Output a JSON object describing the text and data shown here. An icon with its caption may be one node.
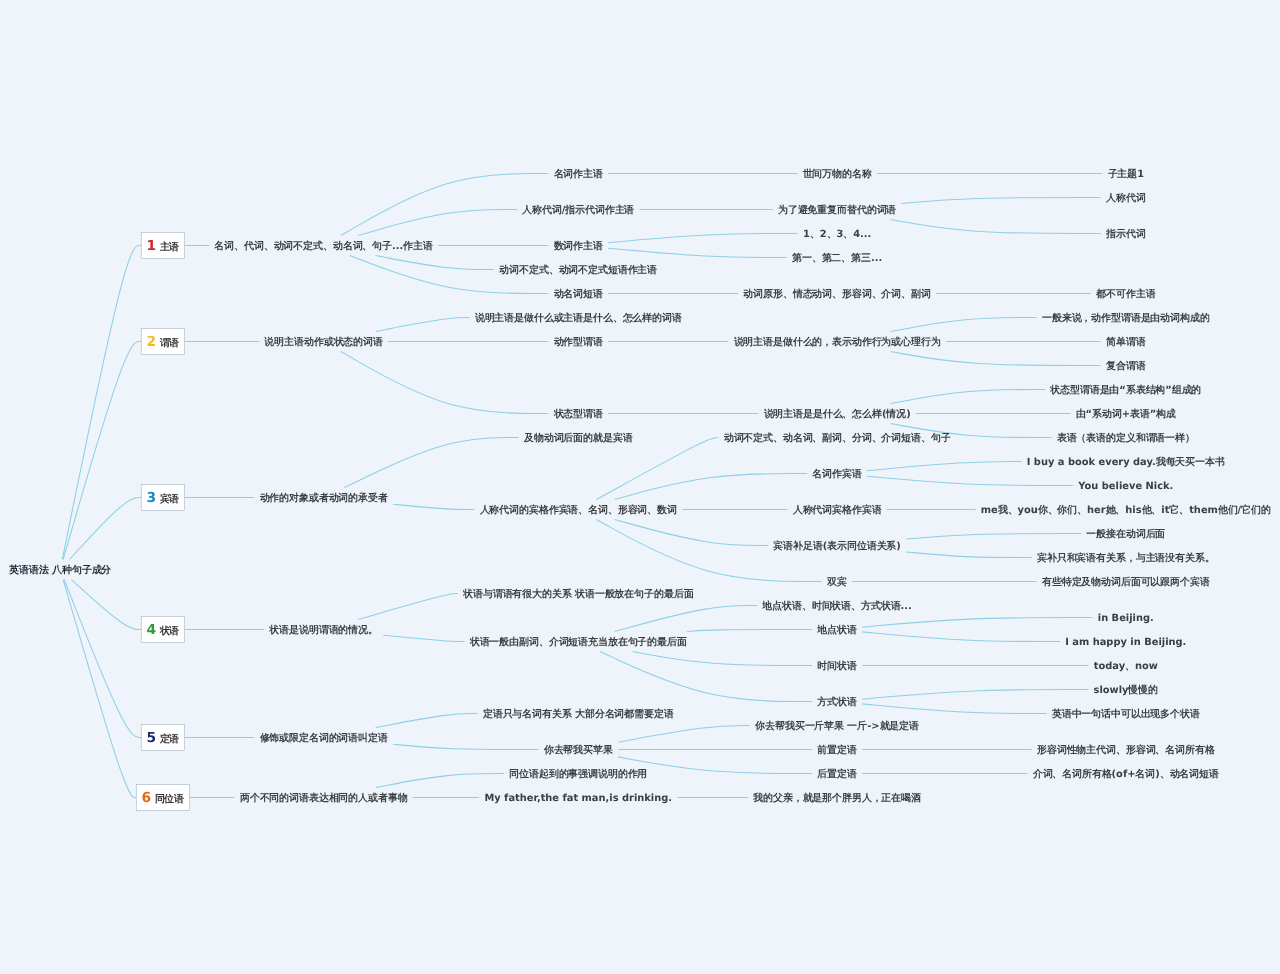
{
  "diagram": {
    "nodes": [
      {
        "text": [
          "英语语法 八种句子成分"
        ]
      },
      {
        "text": [
          "1",
          "主语"
        ]
      },
      {
        "text": [
          "名词、代词、动词不定式、动名词、句子...作主语"
        ]
      },
      {
        "text": [
          "名词作主语"
        ]
      },
      {
        "text": [
          "世间万物的名称"
        ]
      },
      {
        "text": [
          "子主题1"
        ]
      },
      {
        "text": [
          "人称代词/指示代词作主语"
        ]
      },
      {
        "text": [
          "为了避免重复而替代的词语"
        ]
      },
      {
        "text": [
          "人称代词"
        ]
      },
      {
        "text": [
          "指示代词"
        ]
      },
      {
        "text": [
          "数词作主语"
        ]
      },
      {
        "text": [
          "1、2、3、4..."
        ]
      },
      {
        "text": [
          "第一、第二、第三..."
        ]
      },
      {
        "text": [
          "动词不定式、动词不定式短语作主语"
        ]
      },
      {
        "text": [
          "动名词短语"
        ]
      },
      {
        "text": [
          "动词原形、情态动词、形容词、介词、副词"
        ]
      },
      {
        "text": [
          "都不可作主语"
        ]
      },
      {
        "text": [
          "2",
          "谓语"
        ]
      },
      {
        "text": [
          "说明主语动作或状态的词语"
        ]
      },
      {
        "text": [
          "说明主语是做什么或主语是什么、怎么样的词语"
        ]
      },
      {
        "text": [
          "动作型谓语"
        ]
      },
      {
        "text": [
          "说明主语是做什么的，表示动作行为或心理行为"
        ]
      },
      {
        "text": [
          "一般来说，动作型谓语是由动词构成的"
        ]
      },
      {
        "text": [
          "简单谓语"
        ]
      },
      {
        "text": [
          "复合谓语"
        ]
      },
      {
        "text": [
          "状态型谓语"
        ]
      },
      {
        "text": [
          "说明主语是是什么、怎么样(情况)"
        ]
      },
      {
        "text": [
          "状态型谓语是由“系表结构”组成的"
        ]
      },
      {
        "text": [
          "由“系动词+表语”构成"
        ]
      },
      {
        "text": [
          "表语（表语的定义和谓语一样）"
        ]
      },
      {
        "text": [
          "3",
          "宾语"
        ]
      },
      {
        "text": [
          "动作的对象或者动词的承受者"
        ]
      },
      {
        "text": [
          "及物动词后面的就是宾语"
        ]
      },
      {
        "text": [
          "人称代词的宾格作宾语、名词、形容词、数词"
        ]
      },
      {
        "text": [
          "动词不定式、动名词、副词、分词、介词短语、句子"
        ]
      },
      {
        "text": [
          "名词作宾语"
        ]
      },
      {
        "text": [
          "I buy a book every day.我每天买一本书"
        ]
      },
      {
        "text": [
          "You believe Nick."
        ]
      },
      {
        "text": [
          "人称代词宾格作宾语"
        ]
      },
      {
        "text": [
          "me我、you你、你们、her她、his他、it它、them他们/它们的"
        ]
      },
      {
        "text": [
          "宾语补足语(表示同位语关系)"
        ]
      },
      {
        "text": [
          "一般接在动词后面"
        ]
      },
      {
        "text": [
          "宾补只和宾语有关系，与主语没有关系。"
        ]
      },
      {
        "text": [
          "双宾"
        ]
      },
      {
        "text": [
          "有些特定及物动词后面可以跟两个宾语"
        ]
      },
      {
        "text": [
          "4",
          "状语"
        ]
      },
      {
        "text": [
          "状语是说明谓语的情况。"
        ]
      },
      {
        "text": [
          "状语与谓语有很大的关系 状语一般放在句子的最后面"
        ]
      },
      {
        "text": [
          "状语一般由副词、介词短语充当放在句子的最后面"
        ]
      },
      {
        "text": [
          "地点状语、时间状语、方式状语..."
        ]
      },
      {
        "text": [
          "地点状语"
        ]
      },
      {
        "text": [
          "in Beijing."
        ]
      },
      {
        "text": [
          "I am happy in Beijing."
        ]
      },
      {
        "text": [
          "时间状语"
        ]
      },
      {
        "text": [
          "today、now"
        ]
      },
      {
        "text": [
          "方式状语"
        ]
      },
      {
        "text": [
          "slowly慢慢的"
        ]
      },
      {
        "text": [
          "英语中一句话中可以出现多个状语"
        ]
      },
      {
        "text": [
          "5",
          "定语"
        ]
      },
      {
        "text": [
          "修饰或限定名词的词语叫定语"
        ]
      },
      {
        "text": [
          "定语只与名词有关系 大部分名词都需要定语"
        ]
      },
      {
        "text": [
          "你去帮我买苹果"
        ]
      },
      {
        "text": [
          "你去帮我买一斤苹果 一斤->就是定语"
        ]
      },
      {
        "text": [
          "前置定语"
        ]
      },
      {
        "text": [
          "形容词性物主代词、形容词、名词所有格"
        ]
      },
      {
        "text": [
          "后置定语"
        ]
      },
      {
        "text": [
          "介词、名词所有格(of+名词)、动名词短语"
        ]
      },
      {
        "text": [
          "6",
          "同位语"
        ]
      },
      {
        "text": [
          "两个不同的词语表达相同的人或者事物"
        ]
      },
      {
        "text": [
          "同位语起到的事强调说明的作用"
        ]
      },
      {
        "text": [
          "My father,the fat man,is drinking."
        ]
      },
      {
        "text": [
          "我的父亲，就是那个胖男人，正在喝酒"
        ]
      }
    ],
    "edges": [
      {
        "from": 0,
        "to": 1,
        "arrow": "none"
      },
      {
        "from": 1,
        "to": 2,
        "arrow": "none"
      },
      {
        "from": 2,
        "to": 3,
        "arrow": "none"
      },
      {
        "from": 3,
        "to": 4,
        "arrow": "none"
      },
      {
        "from": 4,
        "to": 5,
        "arrow": "none"
      },
      {
        "from": 2,
        "to": 6,
        "arrow": "none"
      },
      {
        "from": 6,
        "to": 7,
        "arrow": "none"
      },
      {
        "from": 7,
        "to": 8,
        "arrow": "none"
      },
      {
        "from": 7,
        "to": 9,
        "arrow": "none"
      },
      {
        "from": 2,
        "to": 10,
        "arrow": "none"
      },
      {
        "from": 10,
        "to": 11,
        "arrow": "none"
      },
      {
        "from": 10,
        "to": 12,
        "arrow": "none"
      },
      {
        "from": 2,
        "to": 13,
        "arrow": "none"
      },
      {
        "from": 2,
        "to": 14,
        "arrow": "none"
      },
      {
        "from": 14,
        "to": 15,
        "arrow": "none"
      },
      {
        "from": 15,
        "to": 16,
        "arrow": "none"
      },
      {
        "from": 0,
        "to": 17,
        "arrow": "none"
      },
      {
        "from": 17,
        "to": 18,
        "arrow": "none"
      },
      {
        "from": 18,
        "to": 19,
        "arrow": "none"
      },
      {
        "from": 18,
        "to": 20,
        "arrow": "none"
      },
      {
        "from": 20,
        "to": 21,
        "arrow": "none"
      },
      {
        "from": 21,
        "to": 22,
        "arrow": "none"
      },
      {
        "from": 21,
        "to": 23,
        "arrow": "none"
      },
      {
        "from": 21,
        "to": 24,
        "arrow": "none"
      },
      {
        "from": 18,
        "to": 25,
        "arrow": "none"
      },
      {
        "from": 25,
        "to": 26,
        "arrow": "none"
      },
      {
        "from": 26,
        "to": 27,
        "arrow": "none"
      },
      {
        "from": 26,
        "to": 28,
        "arrow": "none"
      },
      {
        "from": 26,
        "to": 29,
        "arrow": "none"
      },
      {
        "from": 0,
        "to": 30,
        "arrow": "none"
      },
      {
        "from": 30,
        "to": 31,
        "arrow": "none"
      },
      {
        "from": 31,
        "to": 32,
        "arrow": "none"
      },
      {
        "from": 31,
        "to": 33,
        "arrow": "none"
      },
      {
        "from": 33,
        "to": 34,
        "arrow": "none"
      },
      {
        "from": 33,
        "to": 35,
        "arrow": "none"
      },
      {
        "from": 35,
        "to": 36,
        "arrow": "none"
      },
      {
        "from": 35,
        "to": 37,
        "arrow": "none"
      },
      {
        "from": 33,
        "to": 38,
        "arrow": "none"
      },
      {
        "from": 38,
        "to": 39,
        "arrow": "none"
      },
      {
        "from": 33,
        "to": 40,
        "arrow": "none"
      },
      {
        "from": 40,
        "to": 41,
        "arrow": "none"
      },
      {
        "from": 40,
        "to": 42,
        "arrow": "none"
      },
      {
        "from": 33,
        "to": 43,
        "arrow": "none"
      },
      {
        "from": 43,
        "to": 44,
        "arrow": "none"
      },
      {
        "from": 0,
        "to": 45,
        "arrow": "none"
      },
      {
        "from": 45,
        "to": 46,
        "arrow": "none"
      },
      {
        "from": 46,
        "to": 47,
        "arrow": "none"
      },
      {
        "from": 46,
        "to": 48,
        "arrow": "none"
      },
      {
        "from": 48,
        "to": 49,
        "arrow": "none"
      },
      {
        "from": 48,
        "to": 50,
        "arrow": "none"
      },
      {
        "from": 50,
        "to": 51,
        "arrow": "none"
      },
      {
        "from": 50,
        "to": 52,
        "arrow": "none"
      },
      {
        "from": 48,
        "to": 53,
        "arrow": "none"
      },
      {
        "from": 53,
        "to": 54,
        "arrow": "none"
      },
      {
        "from": 48,
        "to": 55,
        "arrow": "none"
      },
      {
        "from": 55,
        "to": 56,
        "arrow": "none"
      },
      {
        "from": 55,
        "to": 57,
        "arrow": "none"
      },
      {
        "from": 0,
        "to": 58,
        "arrow": "none"
      },
      {
        "from": 58,
        "to": 59,
        "arrow": "none"
      },
      {
        "from": 59,
        "to": 60,
        "arrow": "none"
      },
      {
        "from": 59,
        "to": 61,
        "arrow": "none"
      },
      {
        "from": 61,
        "to": 62,
        "arrow": "none"
      },
      {
        "from": 61,
        "to": 63,
        "arrow": "none"
      },
      {
        "from": 63,
        "to": 64,
        "arrow": "none"
      },
      {
        "from": 61,
        "to": 65,
        "arrow": "none"
      },
      {
        "from": 65,
        "to": 66,
        "arrow": "none"
      },
      {
        "from": 0,
        "to": 67,
        "arrow": "none"
      },
      {
        "from": 67,
        "to": 68,
        "arrow": "none"
      },
      {
        "from": 68,
        "to": 69,
        "arrow": "none"
      },
      {
        "from": 68,
        "to": 70,
        "arrow": "none"
      },
      {
        "from": 70,
        "to": 71,
        "arrow": "none"
      }
    ]
  }
}
